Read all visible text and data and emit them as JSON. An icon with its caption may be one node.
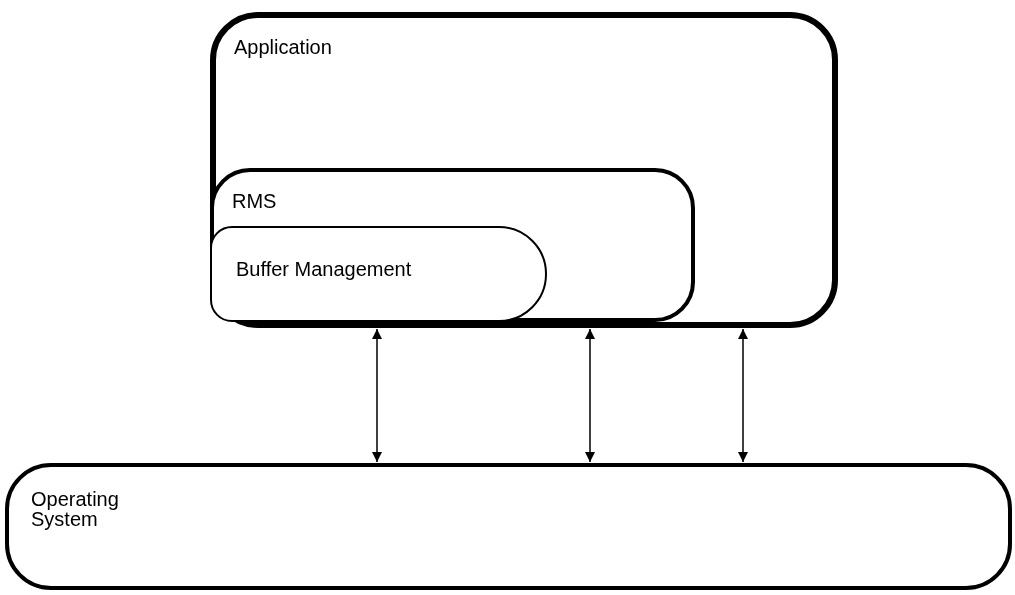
{
  "diagram": {
    "nodes": [
      {
        "text": [
          "Application"
        ]
      },
      {
        "text": [
          "RMS"
        ],
        "in": 0
      },
      {
        "text": [
          "Buffer Management"
        ],
        "in": 1
      },
      {
        "text": [
          "Operating System"
        ]
      }
    ],
    "edges": [
      {
        "from": 2,
        "to": 3,
        "arrow": "both"
      },
      {
        "from": 1,
        "to": 3,
        "arrow": "both"
      },
      {
        "from": 0,
        "to": 3,
        "arrow": "both"
      }
    ]
  }
}
